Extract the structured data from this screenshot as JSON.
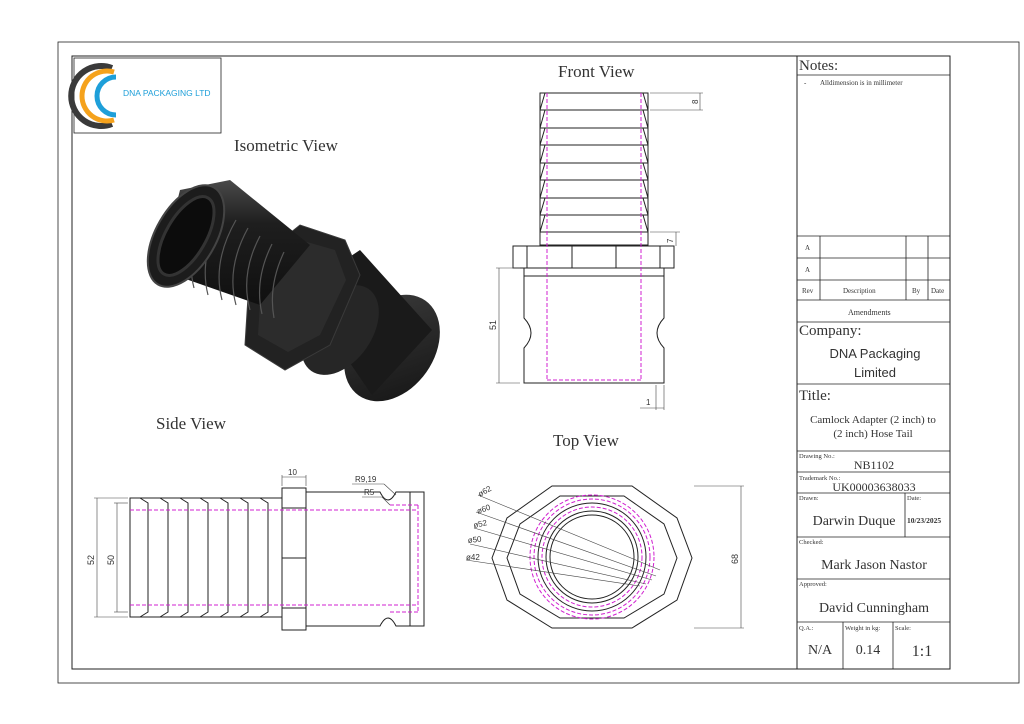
{
  "company_logo": {
    "text": "DNA PACKAGING LTD",
    "colors": {
      "blue": "#1e9fd9",
      "orange": "#f5a21c",
      "dark": "#3a3a3a"
    }
  },
  "views": {
    "isometric": "Isometric View",
    "front": "Front View",
    "side": "Side View",
    "top": "Top View"
  },
  "dimensions": {
    "front": {
      "rib": "8",
      "shoulder": "7",
      "height": "51",
      "lip": "1"
    },
    "side": {
      "hex": "10",
      "r1": "R9,19",
      "r2": "R5",
      "d_outer": "52",
      "d_inner": "50"
    },
    "top": {
      "d1": "ø62",
      "d2": "ø60",
      "d3": "ø52",
      "d4": "ø50",
      "d5": "ø42",
      "width": "68"
    }
  },
  "title_block": {
    "notes_heading": "Notes:",
    "note_bullet": "-",
    "note_text": "Alldimension is in millimeter",
    "rev_rows": [
      "A",
      "A"
    ],
    "rev_headers": {
      "rev": "Rev",
      "description": "Description",
      "by": "By",
      "date": "Date"
    },
    "amendments": "Amendments",
    "company_label": "Company:",
    "company_line1": "DNA Packaging",
    "company_line2": "Limited",
    "title_label": "Title:",
    "title_line1": "Camlock Adapter (2 inch) to",
    "title_line2": "(2 inch) Hose Tail",
    "drawing_no_label": "Drawing No.:",
    "drawing_no": "NB1102",
    "trademark_label": "Trademark No.:",
    "trademark_no": "UK00003638033",
    "drawn_label": "Drawn:",
    "drawn_by": "Darwin Duque",
    "date_label": "Date:",
    "date": "10/23/2025",
    "checked_label": "Checked:",
    "checked_by": "Mark Jason Nastor",
    "approved_label": "Approved:",
    "approved_by": "David Cunningham",
    "qa_label": "Q.A.:",
    "qa": "N/A",
    "weight_label": "Weight in kg:",
    "weight": "0.14",
    "scale_label": "Scale:",
    "scale": "1:1"
  }
}
